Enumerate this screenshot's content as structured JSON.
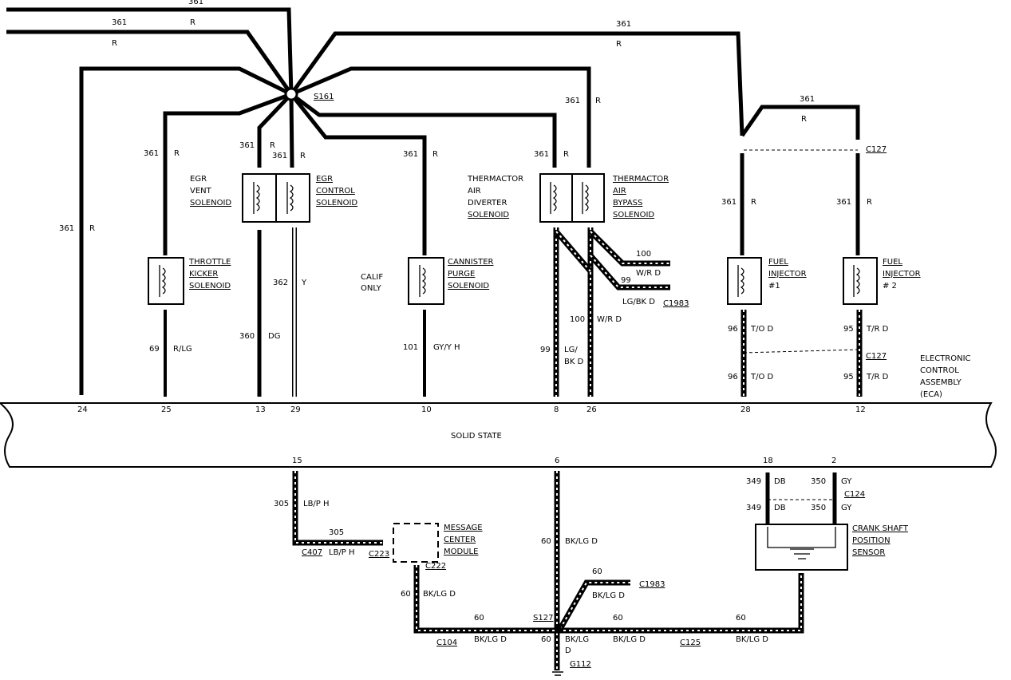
{
  "ecu": {
    "title": "SOLID STATE",
    "label": [
      "ELECTRONIC",
      "CONTROL",
      "ASSEMBLY",
      "(ECA)"
    ],
    "pins_top": [
      "24",
      "25",
      "13",
      "29",
      "10",
      "8",
      "26",
      "28",
      "12"
    ],
    "pins_bottom": [
      "15",
      "6",
      "18",
      "2"
    ]
  },
  "splice_top": "S161",
  "wires": {
    "w361": "361",
    "color_r": "R",
    "w69": "69",
    "c69": "R/LG",
    "w360": "360",
    "c360": "DG",
    "w362": "362",
    "c362": "Y",
    "w101": "101",
    "c101": "GY/Y H",
    "w99": "99",
    "c99a": "LG/",
    "c99b": "BK D",
    "w100": "100",
    "c100": "W/R D",
    "w100b": "100",
    "c100b": "W/R D",
    "w99b": "99",
    "c99c": "LG/BK D",
    "w96": "96",
    "c96": "T/O D",
    "w95": "95",
    "c95": "T/R D",
    "w305": "305",
    "c305": "LB/P H",
    "w60": "60",
    "c60": "BK/LG D",
    "c60b": "BK/LG",
    "c60c": "D",
    "w349": "349",
    "c349": "DB",
    "w350": "350",
    "c350": "GY"
  },
  "components": {
    "egr_vent": [
      "EGR",
      "VENT",
      "SOLENOID"
    ],
    "egr_control": [
      "EGR",
      "CONTROL",
      "SOLENOID"
    ],
    "throttle": [
      "THROTTLE",
      "KICKER",
      "SOLENOID"
    ],
    "calif": [
      "CALIF",
      "ONLY"
    ],
    "canister": [
      "CANNISTER",
      "PURGE",
      "SOLENOID"
    ],
    "tad": [
      "THERMACTOR",
      "AIR",
      "DIVERTER",
      "SOLENOID"
    ],
    "tab": [
      "THERMACTOR",
      "AIR",
      "BYPASS",
      "SOLENOID"
    ],
    "inj1": [
      "FUEL",
      "INJECTOR",
      "#1"
    ],
    "inj2": [
      "FUEL",
      "INJECTOR",
      "# 2"
    ],
    "msg": [
      "MESSAGE",
      "CENTER",
      "MODULE"
    ],
    "crank": [
      "CRANK SHAFT",
      "POSITION",
      "SENSOR"
    ]
  },
  "connectors": {
    "c127": "C127",
    "c1983": "C1983",
    "c124": "C124",
    "c407": "C407",
    "c223": "C223",
    "c222": "C222",
    "c104": "C104",
    "c125": "C125",
    "s127": "S127",
    "g112": "G112"
  }
}
